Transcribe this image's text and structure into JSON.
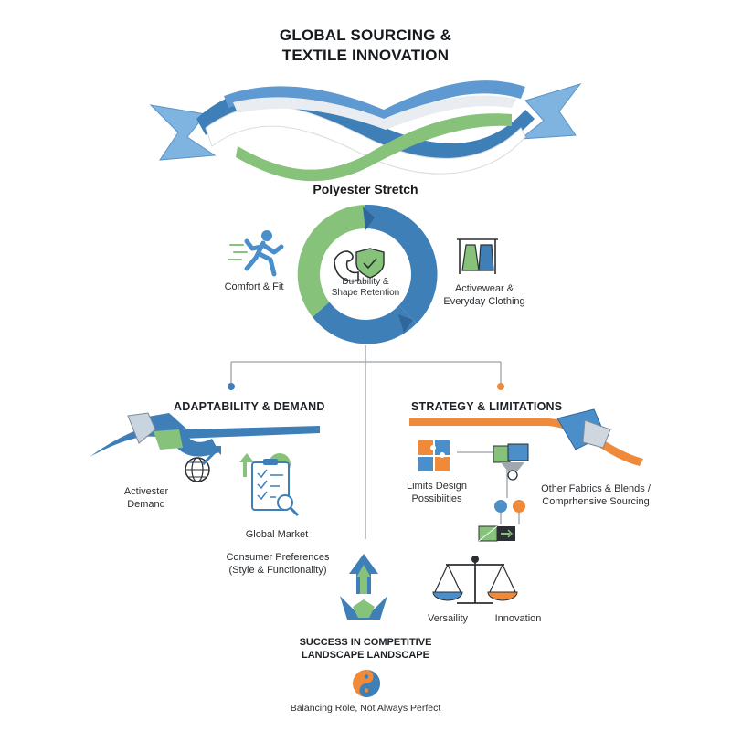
{
  "title": {
    "line1": "GLOBAL SOURCING &",
    "line2": "TEXTILE INNOVATION"
  },
  "center": {
    "heading": "Polyester Stretch",
    "core_line1": "Durability &",
    "core_line2": "Shape Retention",
    "left_label": "Comfort & Fit",
    "right_line1": "Activewear &",
    "right_line2": "Everyday Clothing"
  },
  "left_branch": {
    "heading": "ADAPTABILITY & DEMAND",
    "demand_line1": "Activester",
    "demand_line2": "Demand",
    "global_market": "Global Market",
    "consumer_line1": "Consumer Preferences",
    "consumer_line2": "(Style & Functionality)"
  },
  "right_branch": {
    "heading": "STRATEGY & LIMITATIONS",
    "limits_line1": "Limits Design",
    "limits_line2": "Possibiities",
    "fabrics_line1": "Other Fabrics & Blends /",
    "fabrics_line2": "Comprhensive Sourcing",
    "versatility": "Versaility",
    "innovation": "Innovation"
  },
  "bottom": {
    "success_line1": "SUCCESS IN COMPETITIVE",
    "success_line2": "LANDSCAPE LANDSCAPE",
    "balance": "Balancing Role, Not Always Perfect"
  },
  "colors": {
    "blue": "#3f7fb8",
    "light_blue": "#7fb3e0",
    "green": "#86c27a",
    "orange": "#ee8a3a",
    "gray": "#9aa0a6"
  }
}
